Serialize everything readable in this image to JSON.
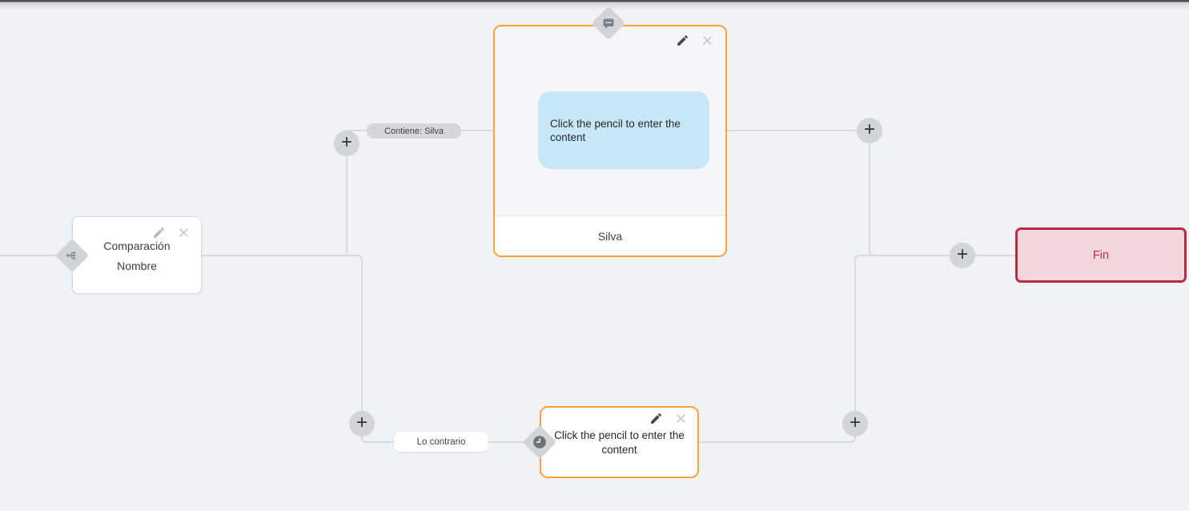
{
  "canvas": {
    "background_color": "#f1f2f4",
    "connector_color": "#d8dadd",
    "accent_color": "#f9a23b"
  },
  "condition_node": {
    "title": "Comparación",
    "subtitle": "Nombre"
  },
  "message_node": {
    "bubble_text": "Click the pencil to enter the content",
    "footer_label": "Silva",
    "bubble_color": "#c8e7f6"
  },
  "wait_node": {
    "placeholder_text": "Click the pencil to enter the content"
  },
  "end_node": {
    "label": "Fin",
    "background_color": "#f3d6db",
    "border_color": "#b82c44"
  },
  "edge_labels": {
    "condition_true": "Contiene: Silva",
    "condition_false": "Lo contrario"
  },
  "add_button": {
    "glyph": "+"
  },
  "icons": {
    "condition": "branch-icon",
    "message": "chat-bubble-icon",
    "wait": "clock-icon",
    "edit": "pencil-icon",
    "remove": "close-icon",
    "add": "plus-icon"
  }
}
